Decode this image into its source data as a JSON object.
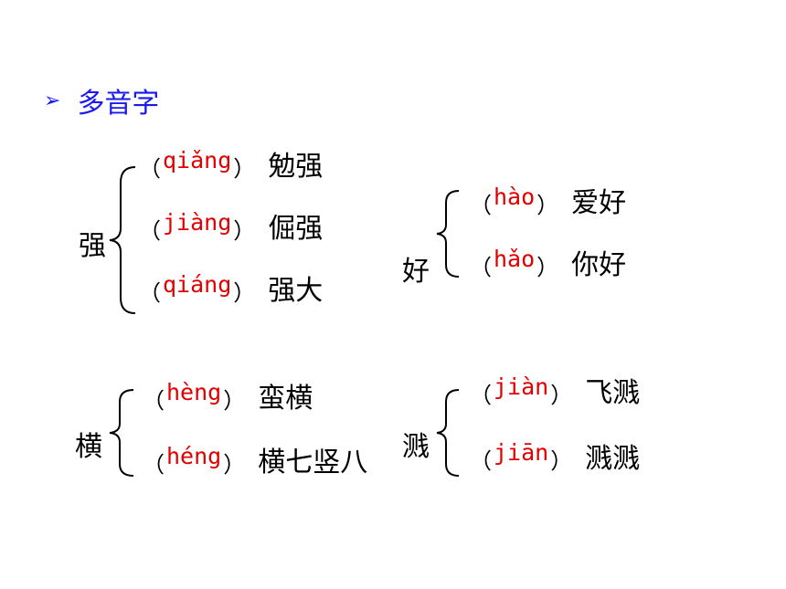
{
  "heading": {
    "bullet": "➢",
    "title": "多音字"
  },
  "groups": {
    "qiang": {
      "char": "强",
      "entries": [
        {
          "pinyin": "qiǎng",
          "word": "勉强"
        },
        {
          "pinyin": "jiàng",
          "word": "倔强"
        },
        {
          "pinyin": "qiáng",
          "word": "强大"
        }
      ]
    },
    "hao": {
      "char": "好",
      "entries": [
        {
          "pinyin": "hào",
          "word": "爱好"
        },
        {
          "pinyin": "hǎo",
          "word": "你好"
        }
      ]
    },
    "heng": {
      "char": "横",
      "entries": [
        {
          "pinyin": "hèng",
          "word": "蛮横"
        },
        {
          "pinyin": "héng",
          "word": "横七竖八"
        }
      ]
    },
    "jian": {
      "char": "溅",
      "entries": [
        {
          "pinyin": "jiàn",
          "word": "飞溅"
        },
        {
          "pinyin": "jiān",
          "word": "溅溅"
        }
      ]
    }
  },
  "paren_open": "（",
  "paren_close": "）"
}
